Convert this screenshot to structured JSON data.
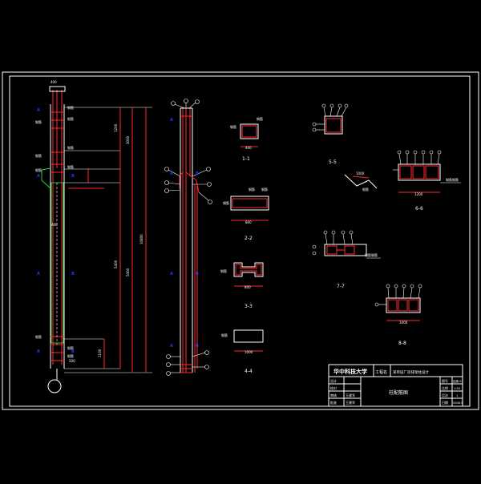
{
  "colors": {
    "background": "#000000",
    "frame": "#ffffff",
    "rebar": "#ff2a2a",
    "concrete": "#ffffff",
    "green": "#2ecc40",
    "cyan": "#00e5ff",
    "axis": "#1e3cff",
    "text": "#ffffff"
  },
  "sections": {
    "s11": "1-1",
    "s22": "2-2",
    "s33": "3-3",
    "s44": "4-4",
    "s55": "5-5",
    "s66": "6-6",
    "s77": "7-7",
    "s88": "8-8"
  },
  "axis_markers": {
    "a": "A",
    "b": "B"
  },
  "title_block": {
    "school": "华中科技大学",
    "project_label": "工程名",
    "project_value": "某单层厂房排架柱设计",
    "drawing_name": "柱配筋图",
    "rows_left": [
      {
        "role": "设计",
        "name": ""
      },
      {
        "role": "校对",
        "name": ""
      },
      {
        "role": "审核",
        "name": "王建军"
      },
      {
        "role": "批准",
        "name": "王建军"
      }
    ],
    "rows_right": [
      {
        "label": "图号",
        "value": "结施-01"
      },
      {
        "label": "比例",
        "value": "1:50"
      },
      {
        "label": "页次",
        "value": "1"
      },
      {
        "label": "日期",
        "value": "2008.5"
      }
    ]
  }
}
